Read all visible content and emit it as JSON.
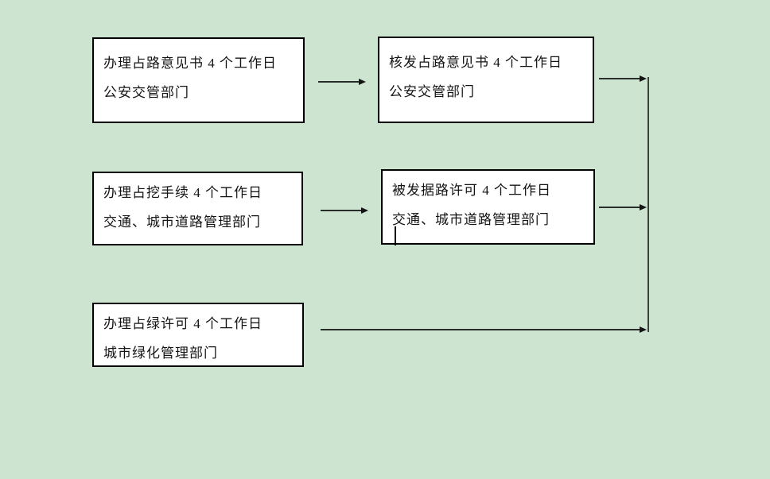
{
  "canvas": {
    "background_color": "#cde5d0",
    "box_fill_color": "#ffffff",
    "box_border_color": "#000000",
    "connector_color": "#2a2e2a",
    "text_color": "#141414"
  },
  "flowchart": {
    "boxes": [
      {
        "line1": "办理占路意见书 4 个工作日",
        "line2": "公安交管部门"
      },
      {
        "line1": "核发占路意见书 4 个工作日",
        "line2": "公安交管部门"
      },
      {
        "line1": "办理占挖手续 4 个工作日",
        "line2": "交通、城市道路管理部门"
      },
      {
        "line1": "被发据路许可 4 个工作日",
        "line2": "交通、城市道路管理部门"
      },
      {
        "line1": "办理占绿许可 4 个工作日",
        "line2": "城市绿化管理部门"
      }
    ]
  }
}
